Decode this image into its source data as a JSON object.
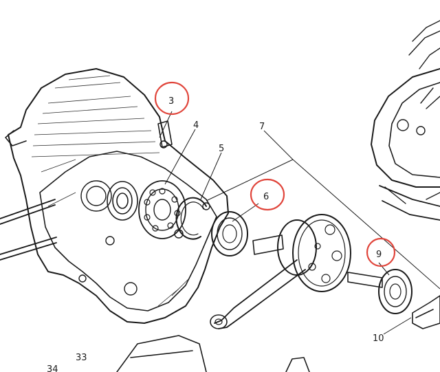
{
  "colors": {
    "ink": "#1a1a1a",
    "highlight": "#e0443a",
    "paper": "#ffffff"
  },
  "callouts": [
    {
      "id": "3",
      "label": "3",
      "highlighted": true
    },
    {
      "id": "4",
      "label": "4",
      "highlighted": false
    },
    {
      "id": "5",
      "label": "5",
      "highlighted": false
    },
    {
      "id": "6",
      "label": "6",
      "highlighted": true
    },
    {
      "id": "7",
      "label": "7",
      "highlighted": false
    },
    {
      "id": "9",
      "label": "9",
      "highlighted": true
    },
    {
      "id": "10",
      "label": "10",
      "highlighted": false
    },
    {
      "id": "33",
      "label": "33",
      "highlighted": false
    },
    {
      "id": "34",
      "label": "34",
      "highlighted": false
    }
  ],
  "parts": {
    "crankcase": "crankcase-half",
    "bearing_small": "ball-bearing-small",
    "bearing_large": "ball-bearing-large",
    "circlip": "circlip",
    "seal_left": "oil-seal",
    "crankshaft": "crankshaft",
    "seal_right": "oil-seal",
    "magneto": "flywheel-magneto"
  }
}
